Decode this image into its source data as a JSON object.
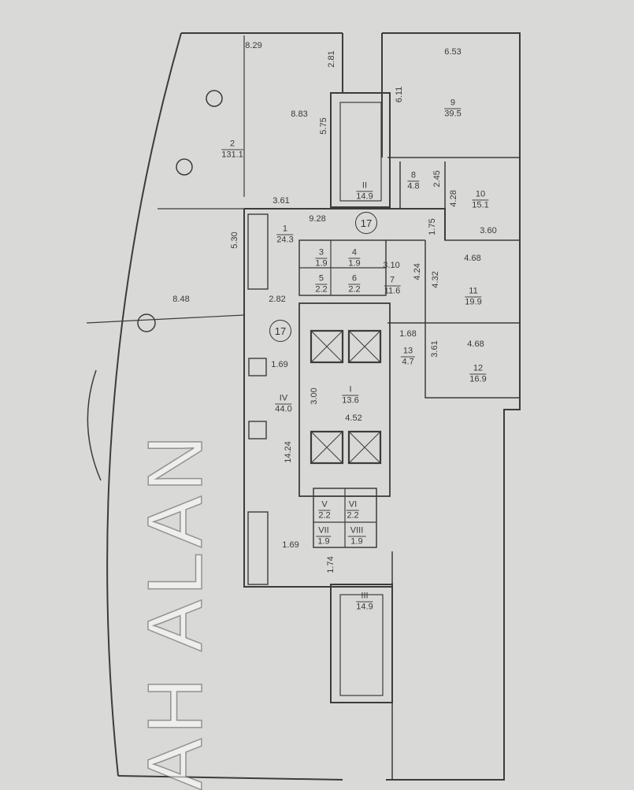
{
  "watermark": "AH ALAN",
  "rooms": [
    {
      "id": "2",
      "area": "131.1"
    },
    {
      "id": "9",
      "area": "39.5"
    },
    {
      "id": "8",
      "area": "4.8"
    },
    {
      "id": "10",
      "area": "15.1"
    },
    {
      "id": "1",
      "area": "24.3"
    },
    {
      "id": "3",
      "area": "1.9"
    },
    {
      "id": "4",
      "area": "1.9"
    },
    {
      "id": "5",
      "area": "2.2"
    },
    {
      "id": "6",
      "area": "2.2"
    },
    {
      "id": "7",
      "area": "11.6"
    },
    {
      "id": "11",
      "area": "19.9"
    },
    {
      "id": "13",
      "area": "4.7"
    },
    {
      "id": "12",
      "area": "16.9"
    },
    {
      "id": "I",
      "area": "13.6"
    },
    {
      "id": "IV",
      "area": "44.0"
    },
    {
      "id": "V",
      "area": "2.2"
    },
    {
      "id": "VI",
      "area": "2.2"
    },
    {
      "id": "VII",
      "area": "1.9"
    },
    {
      "id": "VIII",
      "area": "1.9"
    },
    {
      "id": "II",
      "area": "14.9"
    },
    {
      "id": "III",
      "area": "14.9"
    }
  ],
  "dims": [
    "8.29",
    "2.81",
    "6.53",
    "6.11",
    "8.83",
    "5.75",
    "2.45",
    "4.28",
    "3.61",
    "9.28",
    "1.75",
    "3.60",
    "5.30",
    "3.10",
    "4.24",
    "4.68",
    "4.32",
    "8.48",
    "2.82",
    "1.68",
    "3.61",
    "4.68",
    "1.69",
    "3.00",
    "4.52",
    "14.24",
    "1.69",
    "1.74"
  ],
  "axes": [
    "17",
    "17"
  ]
}
